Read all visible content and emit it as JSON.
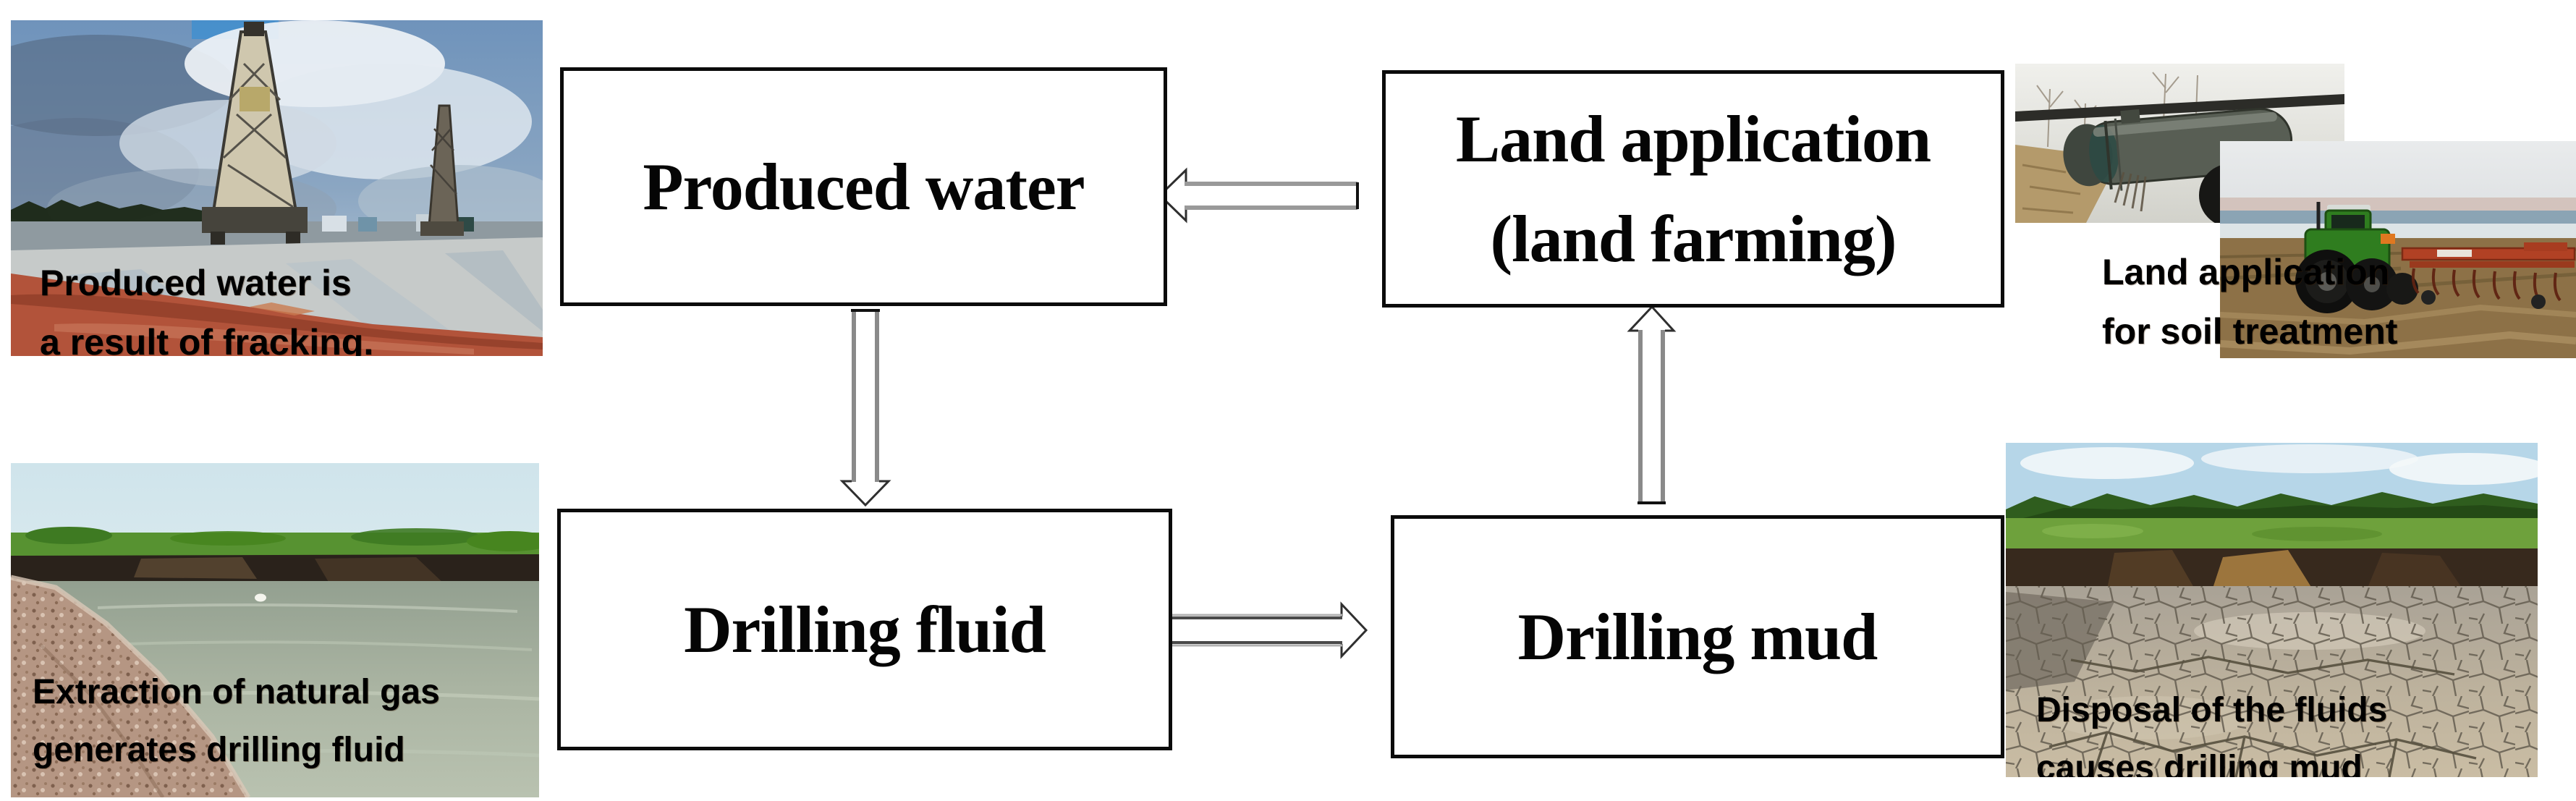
{
  "boxes": {
    "produced_water": {
      "label": "Produced water"
    },
    "land_application": {
      "label": "Land application\n(land farming)"
    },
    "drilling_fluid": {
      "label": "Drilling fluid"
    },
    "drilling_mud": {
      "label": "Drilling mud"
    }
  },
  "arrows": [
    {
      "name": "land-application-to-produced-water",
      "direction": "left",
      "from": "Land application (land farming)",
      "to": "Produced water"
    },
    {
      "name": "produced-water-to-drilling-fluid",
      "direction": "down",
      "from": "Produced water",
      "to": "Drilling fluid"
    },
    {
      "name": "drilling-fluid-to-drilling-mud",
      "direction": "right",
      "from": "Drilling fluid",
      "to": "Drilling mud"
    },
    {
      "name": "drilling-mud-to-land-application",
      "direction": "up",
      "from": "Drilling mud",
      "to": "Land application (land farming)"
    }
  ],
  "photos": {
    "fracking_rig": {
      "caption": "Produced water is\na result of fracking.",
      "subject": "drilling-rig-with-produced-water-pit"
    },
    "drilling_fluid_pit": {
      "caption": "Extraction of natural gas\ngenerates drilling fluid",
      "subject": "drilling-fluid-pond"
    },
    "land_application": {
      "caption": "Land application\nfor soil treatment",
      "subject": "sludge-truck-and-tractor-tilling"
    },
    "drilling_mud_field": {
      "caption": "Disposal of the fluids\ncauses drilling mud",
      "subject": "dried-cracked-drilling-mud-field"
    }
  },
  "colors": {
    "background": "#ffffff",
    "box_fill": "#ffffff",
    "box_border": "#0b0b0b",
    "label_text": "#050505",
    "caption_text": "#000000",
    "arrow_fill": "#ffffff",
    "arrow_shaft_gray": "#8f8f8f",
    "arrow_head_outline": "#2f2f2f",
    "pit_orange": "#b2533a",
    "tractor_green": "#2f7d1f",
    "implement_red": "#b14124"
  }
}
